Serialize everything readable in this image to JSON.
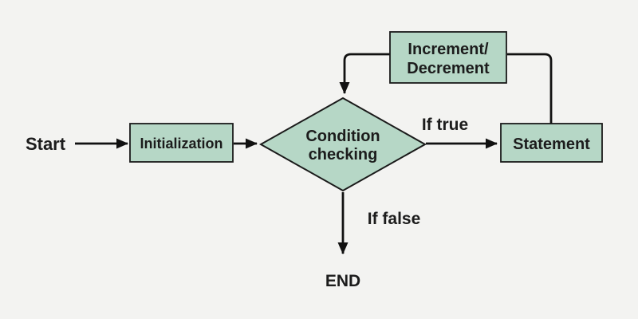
{
  "diagram": {
    "type": "flowchart",
    "description": "Loop control flow diagram",
    "nodes": {
      "start": {
        "label": "Start",
        "shape": "text"
      },
      "initialization": {
        "label": "Initialization",
        "shape": "rect"
      },
      "condition": {
        "line1": "Condition",
        "line2": "checking",
        "shape": "diamond"
      },
      "statement": {
        "label": "Statement",
        "shape": "rect"
      },
      "increment_decrement": {
        "line1": "Increment/",
        "line2": "Decrement",
        "shape": "rect"
      },
      "end": {
        "label": "END",
        "shape": "text"
      }
    },
    "edges": {
      "start_to_initialization": {
        "from": "start",
        "to": "initialization",
        "label": ""
      },
      "initialization_to_condition": {
        "from": "initialization",
        "to": "condition",
        "label": ""
      },
      "condition_to_statement": {
        "from": "condition",
        "to": "statement",
        "true_label": "If true"
      },
      "statement_to_increment": {
        "from": "statement",
        "to": "increment_decrement",
        "label": ""
      },
      "increment_to_condition": {
        "from": "increment_decrement",
        "to": "condition",
        "label": ""
      },
      "condition_to_end": {
        "from": "condition",
        "to": "end",
        "false_label": "If false"
      }
    },
    "colors": {
      "background": "#f3f3f1",
      "node_fill": "#b6d7c6",
      "node_border": "#1a1a1a",
      "edge": "#111111",
      "text": "#1c1c1c"
    }
  }
}
